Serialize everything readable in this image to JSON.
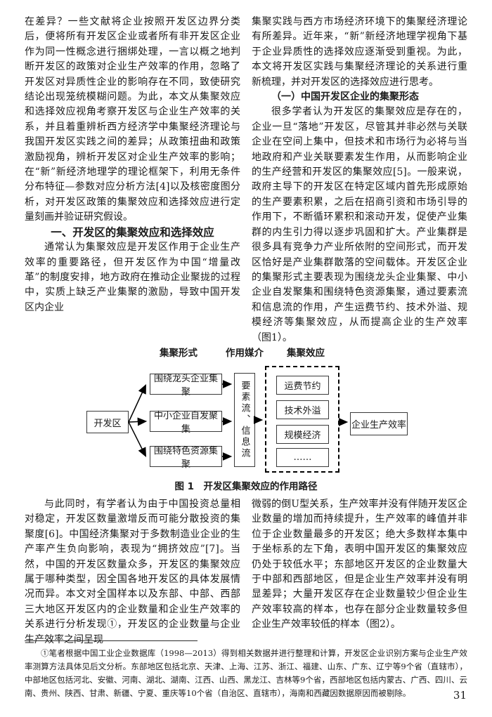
{
  "top_left": {
    "para_continued": "在差异？一些文献将企业按照开发区边界分类后，便将所有开发区企业或者所有非开发区企业作为同一性概念进行捆绑处理，一言以概之地判断开发区的政策对企业生产效率的作用，忽略了开发区对异质性企业的影响存在不同，致使研究结论出现笼统模糊问题。为此，本文从集聚效应和选择效应视角考察开发区与企业生产效率的关系，并且着重辨析西方经济学中集聚经济理论与我国开发区实践之间的差异；从政策扭曲和政策激励视角，辨析开发区对企业生产效率的影响；在“新”新经济地理学的理论框架下，利用无条件分布特征—参数对应分析方法[4]以及核密度图分析，对开发区政策的集聚效应和选择效应进行定量刻画并验证研究假设。",
    "heading": "一、开发区的集聚效应和选择效应",
    "para": "通常认为集聚效应是开发区作用于企业生产效率的重要路径，但开发区作为中国“增量改革”的制度安排，地方政府在推动企业聚拢的过程中，实质上缺乏产业集聚的激励，导致中国开发区内企业"
  },
  "top_right": {
    "para_continued": "集聚实践与西方市场经济环境下的集聚经济理论有所差异。近年来，“新”新经济地理学视角下基于企业异质性的选择效应逐渐受到重视。为此，本文将开发区实践与集聚经济理论的关系进行重新梳理，并对开发区的选择效应进行思考。",
    "subheading": "（一）中国开发区企业的集聚形态",
    "para": "很多学者认为开发区的集聚效应是存在的，企业一旦“落地”开发区，尽管其并非必然与关联企业在空间上集中，但技术和市场行为必将与当地政府和产业关联要素发生作用，从而影响企业的生产经营和开发区的集聚效应[5]。一般来说，政府主导下的开发区在特定区域内首先形成原始的生产要素积累，之后在招商引资和市场引导的作用下，不断循环累积和滚动开发，促使产业集群的内生引力得以逐步巩固和扩大。产业集群是很多具有竞争力产业所依附的空间形式，而开发区恰好是产业集群散落的空间载体。开发区企业的集聚形式主要表现为围绕龙头企业集聚、中小企业自发聚集和围绕特色资源集聚，通过要素流和信息流的作用，产生运费节约、技术外溢、规模经济等集聚效应，从而提高企业的生产效率（图1）。"
  },
  "figure": {
    "col_headers": [
      "集聚形式",
      "作用媒介",
      "集聚效应"
    ],
    "source_box": "开发区",
    "form_boxes": [
      "围绕龙头企业集聚",
      "中小企业自发聚集",
      "围绕特色资源集聚"
    ],
    "medium_box": "要素流、信息流",
    "effect_boxes": [
      "运费节约",
      "技术外溢",
      "规模经济",
      "……"
    ],
    "result_box": "企业生产效率",
    "caption": "图 1　开发区集聚效应的作用路径"
  },
  "bottom_left": {
    "para": "与此同时，有学者认为由于中国投资总量相对稳定，开发区数量激增反而可能分散投资的集聚度[6]。中国经济集聚对于多数制造业企业的生产率产生负向影响，表现为“拥挤效应”[7]。当然，中国的开发区数量众多，开发区的集聚效应属于哪种类型，因全国各地开发区的具体发展情况而异。本文对全国样本以及东部、中部、西部三大地区开发区内的企业数量和企业生产效率的关系进行分析发现①，开发区的企业数量与企业生产效率之间呈现"
  },
  "bottom_right": {
    "para": "微弱的倒U型关系，生产效率并没有伴随开发区企业数量的增加而持续提升，生产效率的峰值并非位于企业数量最多的开发区；绝大多数样本集中于坐标系的左下角，表明中国开发区的集聚效应仍处于较低水平；东部地区开发区的企业数量大于中部和西部地区，但是企业生产效率并没有明显差异；大量开发区存在企业数量较少但企业生产效率较高的样本，也存在部分企业数量较多但企业生产效率较低的样本（图2）。"
  },
  "footnote": {
    "text": "①笔者根据中国工业企业数据库（1998—2013）得到相关数据并进行整理和计算，开发区企业识别方案与企业生产效率测算方法具体见后文分析。东部地区包括北京、天津、上海、江苏、浙江、福建、山东、广东、辽宁等9个省（直辖市），中部地区包括河北、安徽、河南、湖北、湖南、江西、山西、黑龙江、吉林等9个省，西部地区包括内蒙古、广西、四川、云南、贵州、陕西、甘肃、新疆、宁夏、重庆等10个省（自治区、直辖市），海南和西藏因数据原因而被剔除。"
  },
  "page_number": "31"
}
